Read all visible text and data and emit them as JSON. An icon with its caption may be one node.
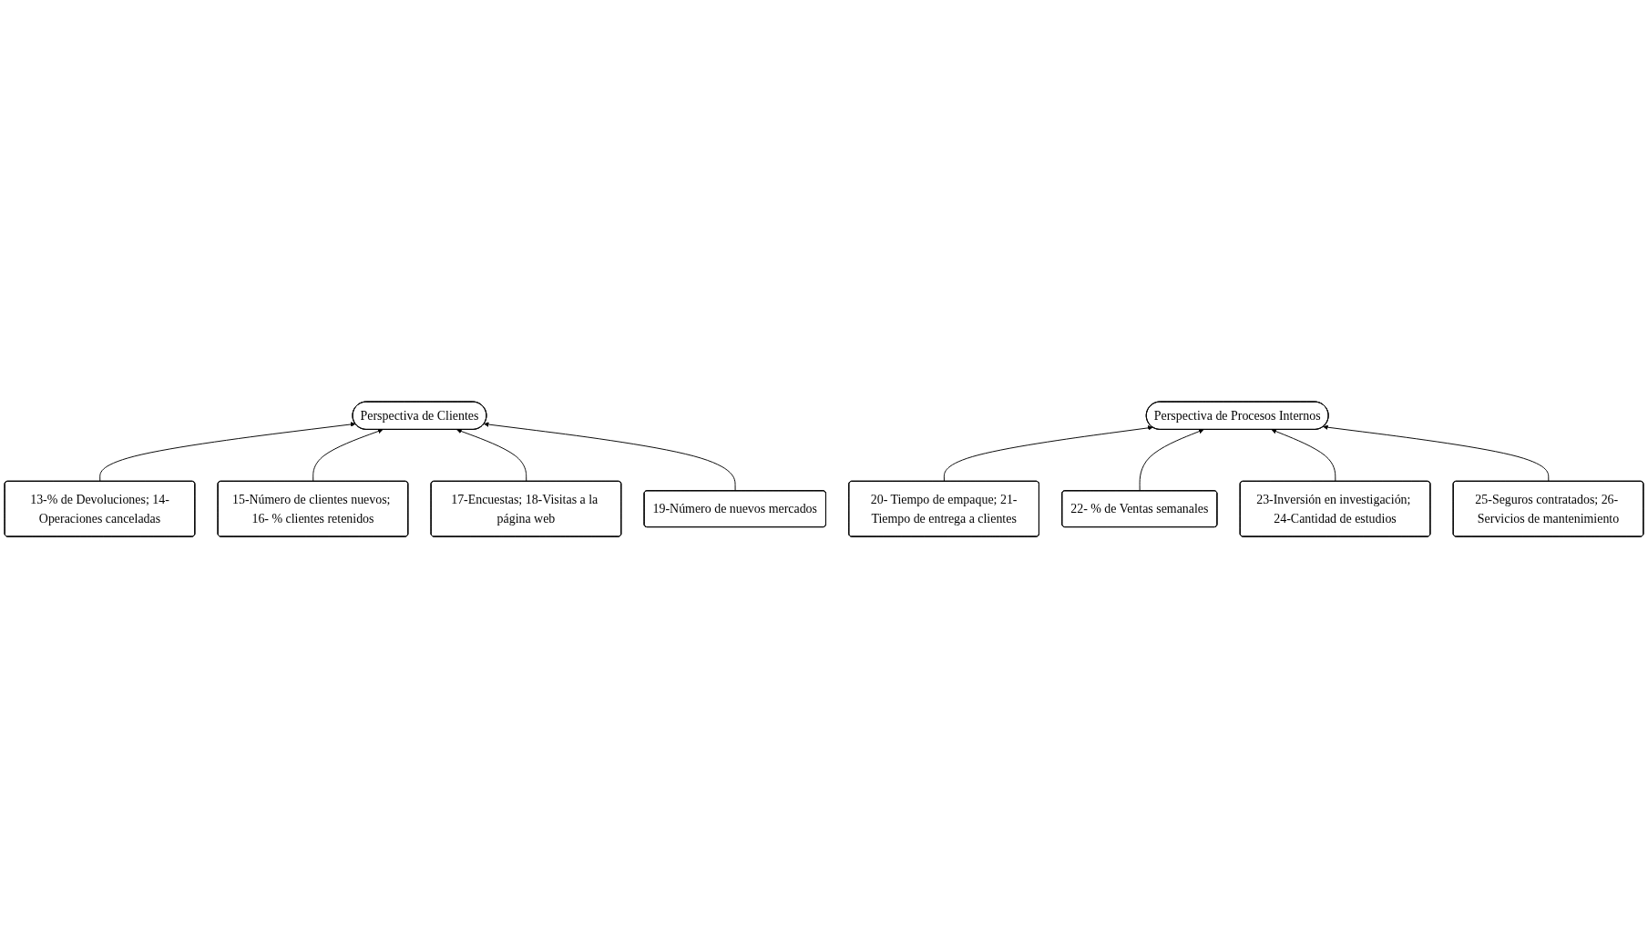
{
  "diagram": {
    "nodes": [
      {
        "text": [
          "Perspectiva de Clientes"
        ]
      },
      {
        "text": [
          "13-% de Devoluciones; 14-Operaciones canceladas"
        ]
      },
      {
        "text": [
          "15-Número de clientes nuevos; 16- % clientes retenidos"
        ]
      },
      {
        "text": [
          "17-Encuestas; 18-Visitas a la página web"
        ]
      },
      {
        "text": [
          "19-Número de nuevos mercados"
        ]
      },
      {
        "text": [
          "Perspectiva de Procesos Internos"
        ]
      },
      {
        "text": [
          "20- Tiempo de empaque; 21-Tiempo de entrega a clientes"
        ]
      },
      {
        "text": [
          "22- % de Ventas semanales"
        ]
      },
      {
        "text": [
          "23-Inversión en investigación; 24-Cantidad de estudios"
        ]
      },
      {
        "text": [
          "25-Seguros contratados; 26- Servicios de mantenimiento"
        ]
      }
    ],
    "edges": [
      {
        "from": 1,
        "to": 0,
        "arrow": "to"
      },
      {
        "from": 2,
        "to": 0,
        "arrow": "to"
      },
      {
        "from": 3,
        "to": 0,
        "arrow": "to"
      },
      {
        "from": 4,
        "to": 0,
        "arrow": "to"
      },
      {
        "from": 6,
        "to": 5,
        "arrow": "to"
      },
      {
        "from": 7,
        "to": 5,
        "arrow": "to"
      },
      {
        "from": 8,
        "to": 5,
        "arrow": "to"
      },
      {
        "from": 9,
        "to": 5,
        "arrow": "to"
      }
    ]
  }
}
